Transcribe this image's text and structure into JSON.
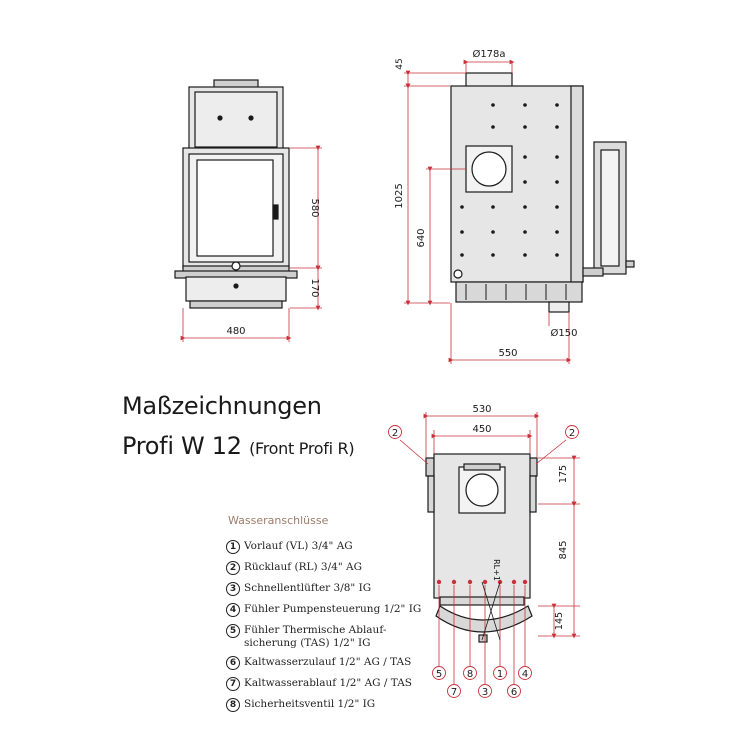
{
  "title": {
    "line1": "Maßzeichnungen",
    "line2": "Profi W 12",
    "line2_suffix": "(Front Profi R)"
  },
  "dimensions": {
    "front_width": "480",
    "front_height_door": "580",
    "front_height_base": "170",
    "side_top_offset": "45",
    "side_total_height": "1025",
    "side_flue_height": "640",
    "side_flue_diameter": "Ø178a",
    "side_air_diameter": "Ø150",
    "side_depth": "550",
    "plan_outer_width": "530",
    "plan_inner_width": "450",
    "plan_depth": "845",
    "plan_front_offset": "175",
    "plan_bottom_offset": "145",
    "pipe_label": "RL+1"
  },
  "legend": {
    "heading": "Wasseranschlüsse",
    "items": [
      {
        "num": "1",
        "text": "Vorlauf (VL) 3/4\" AG"
      },
      {
        "num": "2",
        "text": "Rücklauf (RL) 3/4\" AG"
      },
      {
        "num": "3",
        "text": "Schnellentlüfter 3/8\" IG"
      },
      {
        "num": "4",
        "text": "Fühler Pumpensteuerung 1/2\" IG"
      },
      {
        "num": "5",
        "text": "Fühler Thermische Ablauf-\nsicherung (TAS) 1/2\" IG"
      },
      {
        "num": "6",
        "text": "Kaltwasserzulauf 1/2\" AG / TAS"
      },
      {
        "num": "7",
        "text": "Kaltwasserablauf 1/2\" AG / TAS"
      },
      {
        "num": "8",
        "text": "Sicherheitsventil 1/2\" IG"
      }
    ]
  },
  "callouts": {
    "top_left": "2",
    "top_right": "2",
    "bottom": [
      "5",
      "7",
      "8",
      "3",
      "1",
      "6",
      "4"
    ]
  },
  "colors": {
    "line": "#1a1a1a",
    "dim": "#c8313a",
    "fill": "#e6e6e6",
    "fill_dark": "#cfcfcf"
  }
}
